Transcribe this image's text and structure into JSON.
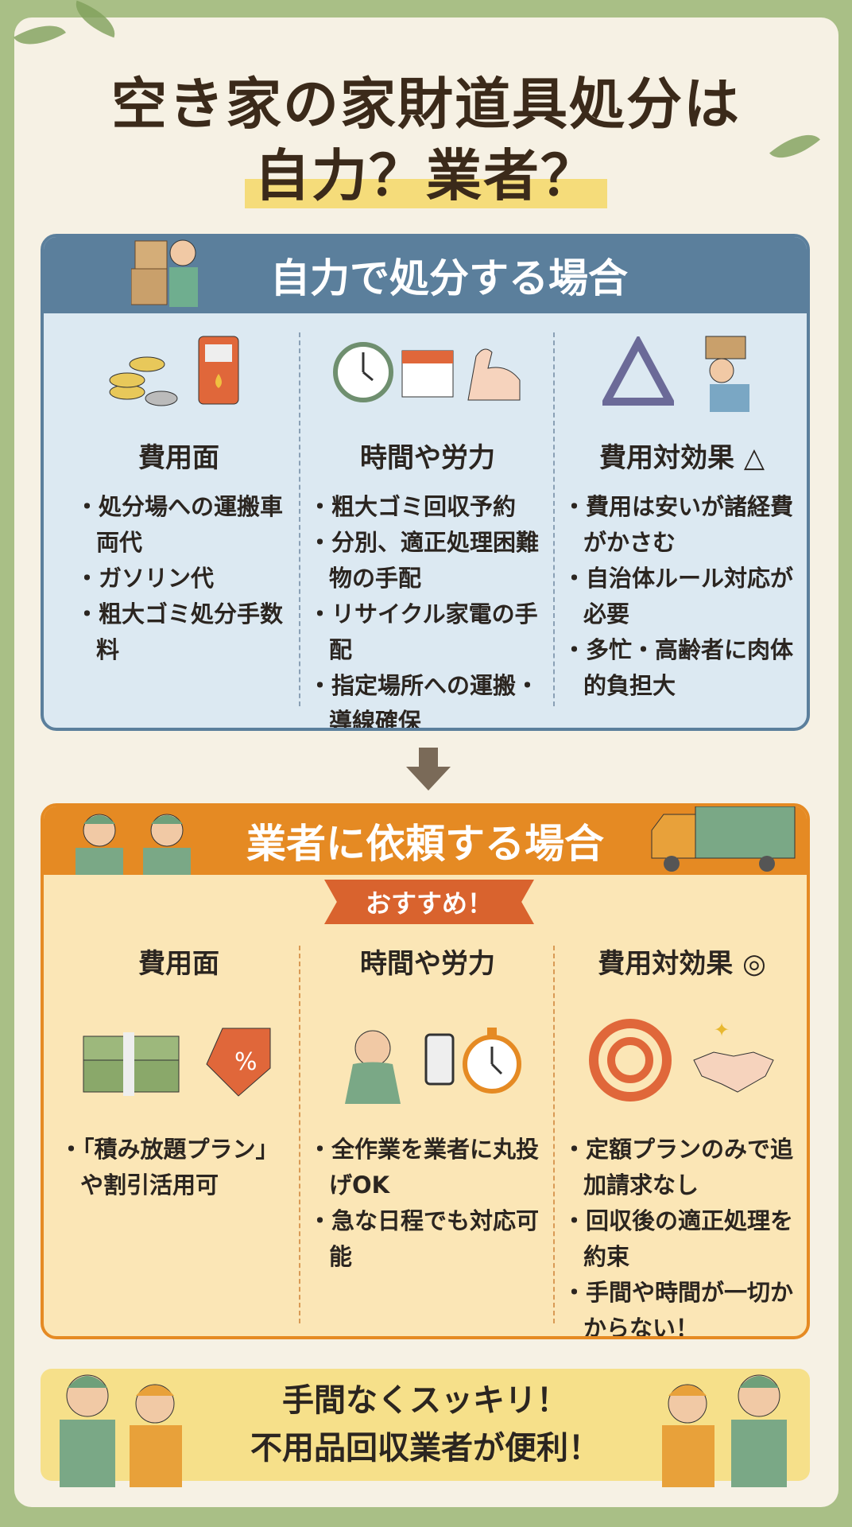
{
  "title": {
    "line1": "空き家の家財道具処分は",
    "line2": "自力？業者？"
  },
  "self": {
    "header": "自力で処分する場合",
    "columns": [
      {
        "heading": "費用面",
        "icons": [
          "coins-icon",
          "gas-pump-icon"
        ],
        "bullets": [
          "処分場への運搬車両代",
          "ガソリン代",
          "粗大ゴミ処分手数料"
        ]
      },
      {
        "heading": "時間や労力",
        "icons": [
          "clock-icon",
          "calendar-icon",
          "muscle-arm-icon"
        ],
        "bullets": [
          "粗大ゴミ回収予約",
          "分別、適正処理困難物の手配",
          "リサイクル家電の手配",
          "指定場所への運搬・導線確保"
        ]
      },
      {
        "heading": "費用対効果 △",
        "icons": [
          "triangle-icon",
          "person-carrying-box-icon"
        ],
        "bullets": [
          "費用は安いが諸経費がかさむ",
          "自治体ルール対応が必要",
          "多忙・高齢者に肉体的負担大"
        ]
      }
    ]
  },
  "arrow": "arrow-down-icon",
  "pro": {
    "header": "業者に依頼する場合",
    "badge": "おすすめ！",
    "columns": [
      {
        "heading": "費用面",
        "icons": [
          "cash-stack-icon",
          "discount-tag-icon"
        ],
        "bullets": [
          "「積み放題プラン」や割引活用可"
        ]
      },
      {
        "heading": "時間や労力",
        "icons": [
          "relaxing-person-icon",
          "smartphone-icon",
          "stopwatch-icon"
        ],
        "bullets": [
          "全作業を業者に丸投げOK",
          "急な日程でも対応可能"
        ]
      },
      {
        "heading": "費用対効果 ◎",
        "icons": [
          "double-circle-icon",
          "handshake-icon"
        ],
        "bullets": [
          "定額プランのみで追加請求なし",
          "回収後の適正処理を約束",
          "手間や時間が一切かからない！"
        ]
      }
    ]
  },
  "banner": {
    "line1": "手間なくスッキリ！",
    "line2": "不用品回収業者が便利！"
  },
  "colors": {
    "blue": "#5b7f9c",
    "orange": "#e58a23",
    "badge": "#d9632e",
    "highlight": "#f5dc7a"
  }
}
